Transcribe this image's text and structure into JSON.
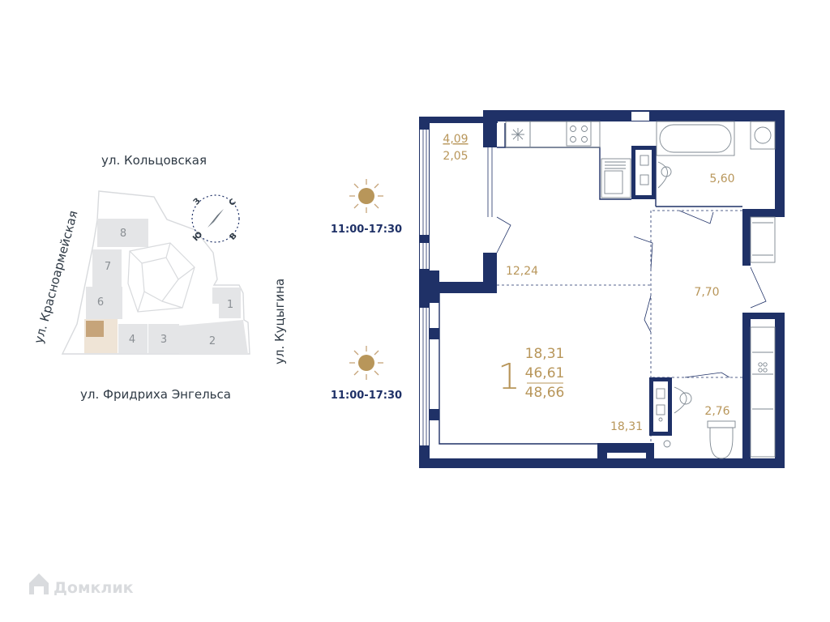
{
  "site_plan": {
    "streets": {
      "north": "ул. Кольцовская",
      "west": "ул. Красноармейская",
      "east": "ул. Куцыгина",
      "south": "ул. Фридриха Энгельса"
    },
    "compass": {
      "n": "С",
      "s": "Ю",
      "w": "З",
      "e": "В"
    },
    "blocks": [
      "8",
      "7",
      "6",
      "4",
      "3",
      "2",
      "1"
    ],
    "highlight_color": "#c6a47a"
  },
  "sun": [
    {
      "hours": "11:00-17:30"
    },
    {
      "hours": "11:00-17:30"
    }
  ],
  "floorplan": {
    "wall_color": "#1f3167",
    "accent_color": "#b8965a",
    "rooms": {
      "balcony_a": "4,09",
      "balcony_b": "2,05",
      "kitchen": "12,24",
      "bathroom": "5,60",
      "hall": "7,70",
      "living": "18,31",
      "wc": "2,76"
    },
    "summary": {
      "rooms_count": "1",
      "living_area": "18,31",
      "total_area": "46,61",
      "total_with_balcony": "48,66"
    }
  },
  "watermark": {
    "text": "Домклик"
  }
}
